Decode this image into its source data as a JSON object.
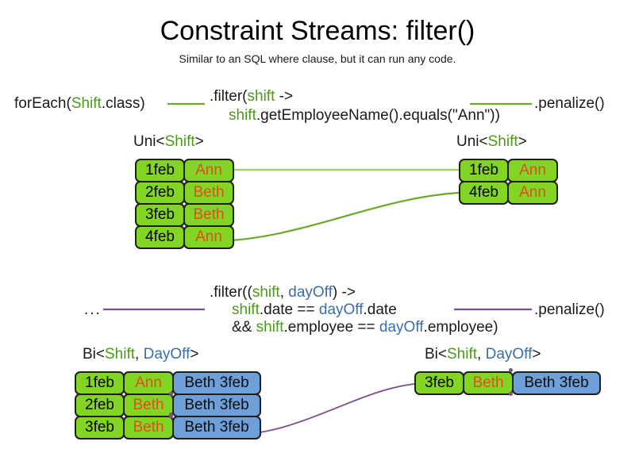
{
  "slide": {
    "title": "Constraint Streams: filter()",
    "subtitle": "Similar to an SQL where clause, but it can run any code."
  },
  "colors": {
    "shift_green": "#83d524",
    "dayoff_blue": "#6f9fd8",
    "name_orange": "#e8491d",
    "keyword_green": "#4a9b18",
    "keyword_blue": "#3a6ea8",
    "wire_green": "#6aa92b",
    "wire_purple": "#7b4f8e",
    "card_border": "#1f1f1f"
  },
  "row1": {
    "source_prefix": "forEach(",
    "source_type": "Shift",
    "source_suffix": ".class)",
    "filter_line1_head": ".filter(",
    "filter_line1_param": "shift",
    "filter_line1_arrow": " ->",
    "filter_line2_var": "shift",
    "filter_line2_body": ".getEmployeeName().equals(\"Ann\")",
    "filter_line2_close": ")",
    "sink": ".penalize()",
    "left_label": {
      "prefix": "Uni<",
      "type1": "Shift",
      "suffix": ">"
    },
    "right_label": {
      "prefix": "Uni<",
      "type1": "Shift",
      "suffix": ">"
    },
    "left_cards": [
      {
        "date": "1feb",
        "name": "Ann"
      },
      {
        "date": "2feb",
        "name": "Beth"
      },
      {
        "date": "3feb",
        "name": "Beth"
      },
      {
        "date": "4feb",
        "name": "Ann"
      }
    ],
    "right_cards": [
      {
        "date": "1feb",
        "name": "Ann"
      },
      {
        "date": "4feb",
        "name": "Ann"
      }
    ]
  },
  "row2": {
    "source": "...",
    "filter_line1_head": ".filter((",
    "filter_line1_param1": "shift",
    "filter_line1_comma": ", ",
    "filter_line1_param2": "dayOff",
    "filter_line1_arrow": ") ->",
    "filter_line2_var1": "shift",
    "filter_line2_mid": ".date == ",
    "filter_line2_var2": "dayOff",
    "filter_line2_tail": ".date",
    "filter_line3_head": "&& ",
    "filter_line3_var1": "shift",
    "filter_line3_mid": ".employee == ",
    "filter_line3_var2": "dayOff",
    "filter_line3_tail": ".employee",
    "filter_line3_close": ")",
    "sink": ".penalize()",
    "left_label": {
      "prefix": "Bi<",
      "type1": "Shift",
      "comma": ", ",
      "type2": "DayOff",
      "suffix": ">"
    },
    "right_label": {
      "prefix": "Bi<",
      "type1": "Shift",
      "comma": ", ",
      "type2": "DayOff",
      "suffix": ">"
    },
    "left_cards": [
      {
        "date": "1feb",
        "name": "Ann",
        "dayoff": "Beth 3feb"
      },
      {
        "date": "2feb",
        "name": "Beth",
        "dayoff": "Beth 3feb"
      },
      {
        "date": "3feb",
        "name": "Beth",
        "dayoff": "Beth 3feb"
      }
    ],
    "right_cards": [
      {
        "date": "3feb",
        "name": "Beth",
        "dayoff": "Beth 3feb"
      }
    ]
  }
}
